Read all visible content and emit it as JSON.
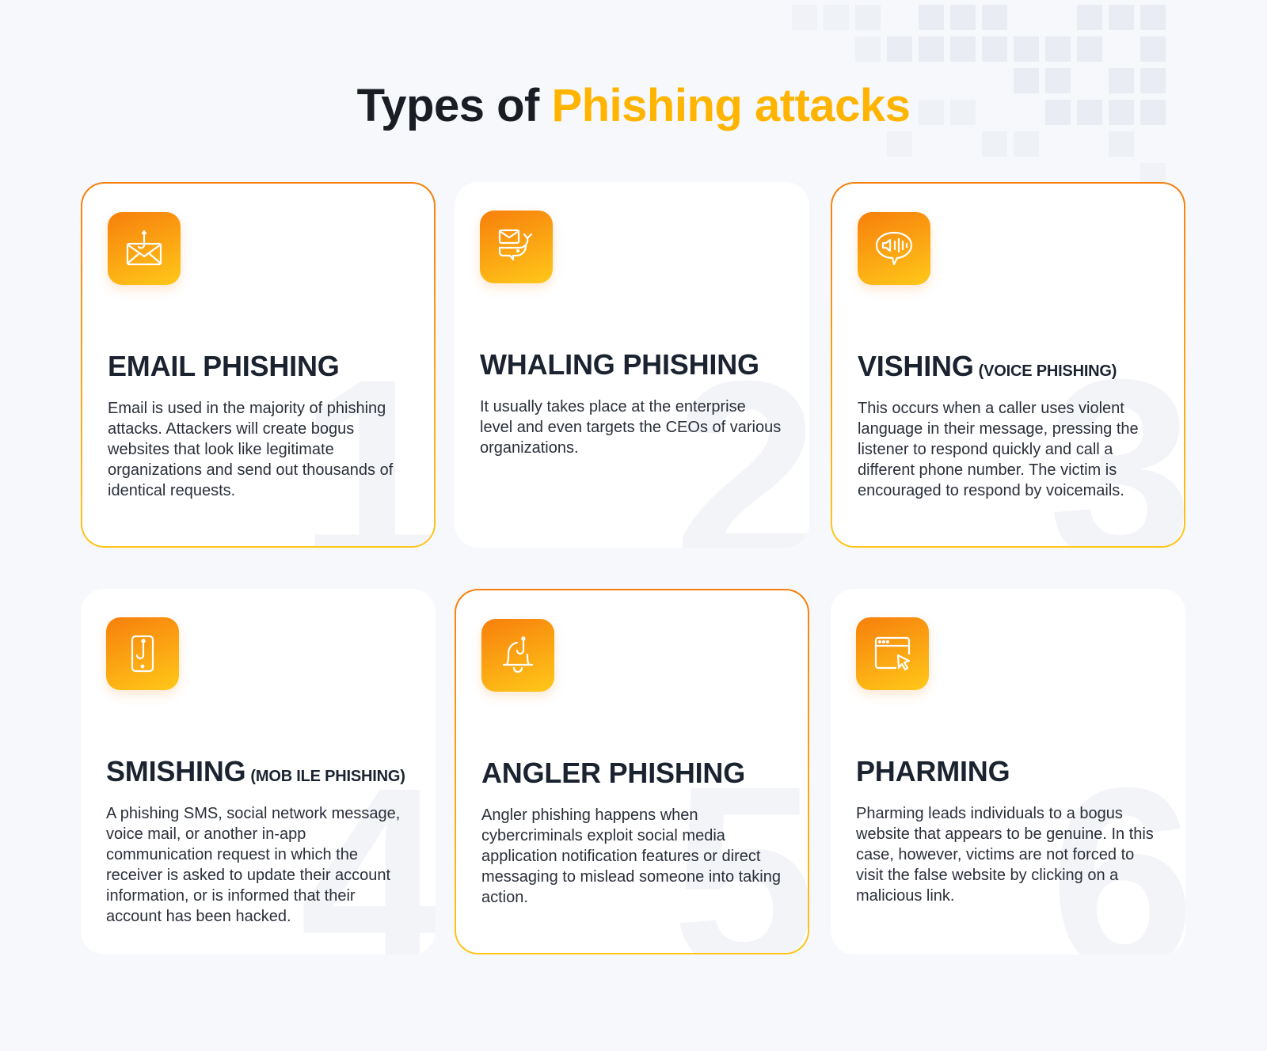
{
  "title": {
    "prefix": "Types of ",
    "highlight": "Phishing attacks"
  },
  "colors": {
    "accent": "#ffb400",
    "gradient_start": "#f77f0c",
    "gradient_end": "#ffc819",
    "heading": "#1b2230"
  },
  "cards": [
    {
      "number": "1",
      "icon": "email-hook-icon",
      "title": "EMAIL PHISHING",
      "subtitle": "",
      "highlighted": true,
      "description": "Email is used in the majority of phishing attacks. Attackers will create bogus websites that look like legitimate organizations and send out thousands of identical requests."
    },
    {
      "number": "2",
      "icon": "whale-email-icon",
      "title": "WHALING PHISHING",
      "subtitle": "",
      "highlighted": false,
      "description": "It usually takes place at the enterprise level and even targets the CEOs of various organizations."
    },
    {
      "number": "3",
      "icon": "voice-bubble-icon",
      "title": "VISHING",
      "subtitle": "(VOICE PHISHING)",
      "highlighted": true,
      "description": "This occurs when a caller uses violent language in their message, pressing the listener to respond quickly and call a different phone number. The victim is encouraged to respond by voicemails."
    },
    {
      "number": "4",
      "icon": "phone-hook-icon",
      "title": "SMISHING",
      "subtitle": "(MOB ILE PHISHING)",
      "highlighted": false,
      "description": "A phishing SMS, social network message, voice mail, or another in-app communication request in which the receiver is asked to update their account information, or is informed that their account has been hacked."
    },
    {
      "number": "5",
      "icon": "bell-hook-icon",
      "title": "ANGLER PHISHING",
      "subtitle": "",
      "highlighted": true,
      "description": "Angler phishing happens when cybercriminals exploit social media application notification features or direct messaging to mislead someone into taking action."
    },
    {
      "number": "6",
      "icon": "browser-cursor-icon",
      "title": "PHARMING",
      "subtitle": "",
      "highlighted": false,
      "description": "Pharming leads individuals to a bogus website that appears to be genuine. In this case, however, victims are not forced to visit the false website by clicking on a malicious link."
    }
  ]
}
